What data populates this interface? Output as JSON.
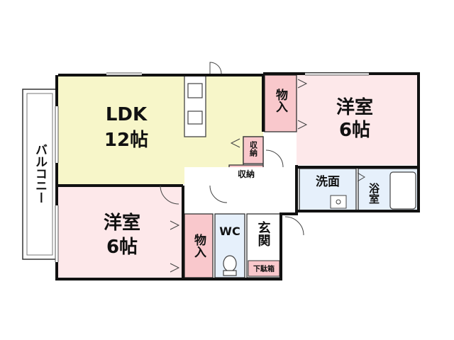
{
  "floorplan": {
    "rooms": {
      "ldk": {
        "name": "LDK",
        "size": "12帖",
        "color": "#f7f6c9"
      },
      "western_room_1": {
        "name": "洋室",
        "size": "6帖",
        "color": "#fde8ea"
      },
      "western_room_2": {
        "name": "洋室",
        "size": "6帖",
        "color": "#fde8ea"
      },
      "balcony": {
        "name": "バルコニー"
      },
      "storage_1": {
        "name": "物入",
        "color": "#f9c8cc"
      },
      "storage_2": {
        "name": "物入",
        "color": "#f9c8cc"
      },
      "closet_1": {
        "name": "収納",
        "color": "#f9c8cc"
      },
      "closet_2": {
        "name": "収納",
        "color": "#f9c8cc"
      },
      "washroom": {
        "name": "洗面",
        "color": "#e6f0fb"
      },
      "bathroom": {
        "name": "浴室",
        "color": "#e6f0fb"
      },
      "toilet": {
        "name": "WC",
        "color": "#e6f0fb"
      },
      "entrance": {
        "name": "玄関"
      },
      "shoe_box": {
        "name": "下駄箱",
        "color": "#f9c8cc"
      }
    }
  }
}
